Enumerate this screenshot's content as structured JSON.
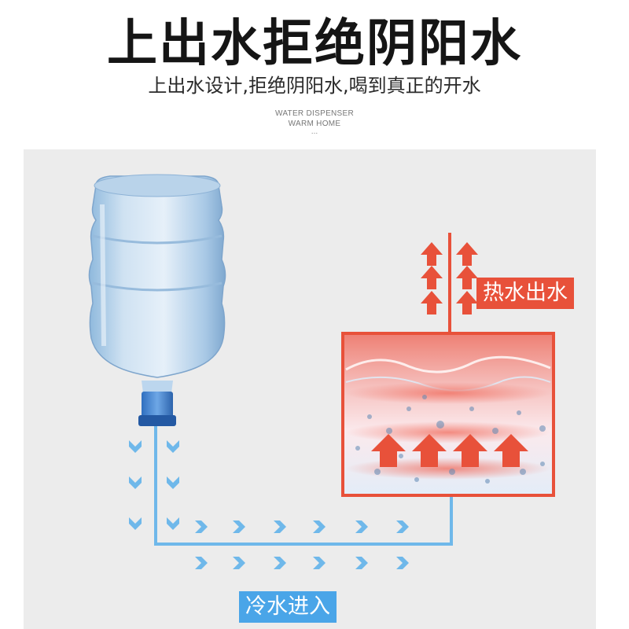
{
  "header": {
    "title": "上出水拒绝阴阳水",
    "subtitle": "上出水设计,拒绝阴阳水,喝到真正的开水",
    "en_line1": "WATER DISPENSER",
    "en_line2": "WARM HOME",
    "en_dots": "..."
  },
  "labels": {
    "hot_out": "热水出水",
    "cold_in": "冷水进入"
  },
  "icons": {
    "bottle": "water-bottle-icon",
    "arrow_up": "arrow-up-icon",
    "chevron_down": "chevron-down-icon",
    "chevron_right": "chevron-right-icon"
  },
  "colors": {
    "hot": "#e8513a",
    "cold": "#4aa5e8",
    "pipe": "#6fb8ea"
  }
}
